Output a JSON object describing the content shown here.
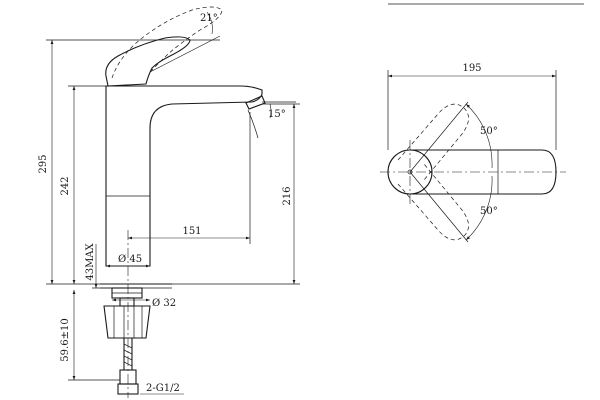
{
  "dimensions": {
    "handle_angle": "21°",
    "total_height": "295",
    "spout_height": "242",
    "outlet_height": "216",
    "spout_angle": "15°",
    "reach": "151",
    "base_diameter": "Ø 45",
    "max_deck": "43MAX",
    "thread_diameter": "Ø 32",
    "shank_length": "59.6±10",
    "connection": "2-G1/2",
    "top_width": "195",
    "rotation_upper": "50°",
    "rotation_lower": "50°"
  }
}
